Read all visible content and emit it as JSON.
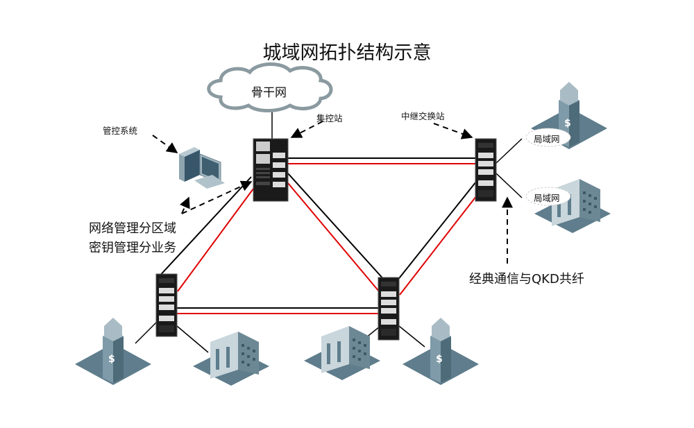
{
  "title": "城域网拓扑结构示意",
  "backbone_label": "骨干网",
  "labels": {
    "management_system": "管控系统",
    "control_station": "集控站",
    "relay_station": "中继交换站",
    "network_mgmt_line1": "网络管理分区域",
    "network_mgmt_line2": "密钥管理分业务",
    "shared_fiber": "经典通信与QKD共纤"
  },
  "lan_labels": [
    "局域网",
    "局域网"
  ],
  "colors": {
    "classical_link": "#000000",
    "qkd_link": "#e00000",
    "building": "#5f7d8c"
  }
}
